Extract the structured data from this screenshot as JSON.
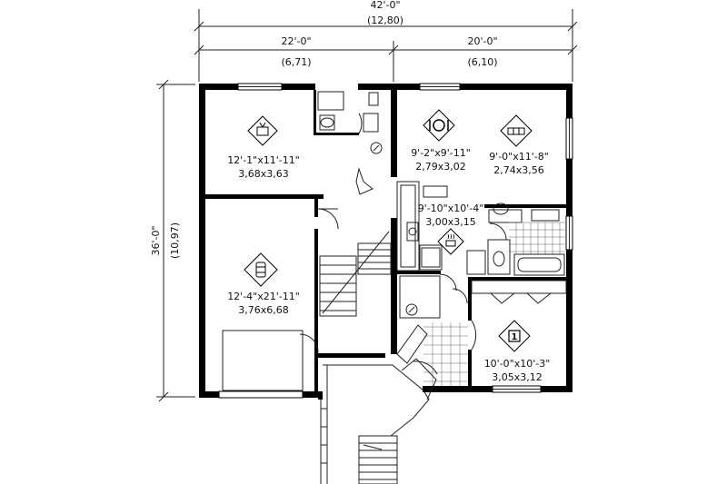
{
  "dimensions": {
    "overall_width_imperial": "42'-0\"",
    "overall_width_metric": "(12,80)",
    "left_width_imperial": "22'-0\"",
    "left_width_metric": "(6,71)",
    "right_width_imperial": "20'-0\"",
    "right_width_metric": "(6,10)",
    "depth_imperial": "36'-0\"",
    "depth_metric": "(10,97)"
  },
  "rooms": [
    {
      "key": "living",
      "icon": "tv-icon",
      "size_imperial": "12'-1\"x11'-11\"",
      "size_metric": "3,68x3,63"
    },
    {
      "key": "garage",
      "icon": "car-icon",
      "size_imperial": "12'-4\"x21'-11\"",
      "size_metric": "3,76x6,68"
    },
    {
      "key": "dining",
      "icon": "dining-icon",
      "size_imperial": "9'-2\"x9'-11\"",
      "size_metric": "2,79x3,02"
    },
    {
      "key": "family",
      "icon": "sofa-icon",
      "size_imperial": "9'-0\"x11'-8\"",
      "size_metric": "2,74x3,56"
    },
    {
      "key": "kitchen",
      "icon": "kitchen-icon",
      "size_imperial": "9'-10\"x10'-4\"",
      "size_metric": "3,00x3,15"
    },
    {
      "key": "bedroom",
      "icon": "bed-icon",
      "size_imperial": "10'-0\"x10'-3\"",
      "size_metric": "3,05x3,12",
      "badge": "1"
    }
  ],
  "colors": {
    "wall": "#000000",
    "line": "#222222",
    "background": "#ffffff"
  }
}
